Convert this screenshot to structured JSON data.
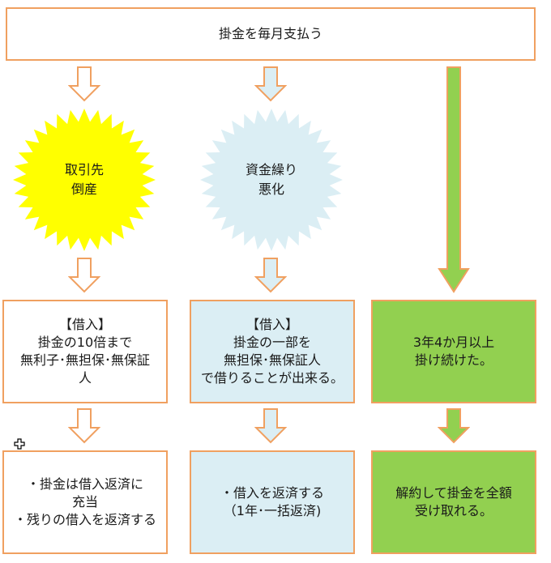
{
  "top": {
    "text": "掛金を毎月支払う"
  },
  "bursts": {
    "left": {
      "text": "取引先\n倒産",
      "fill": "#ffff00"
    },
    "middle": {
      "text": "資金繰り\n悪化",
      "fill": "#dbeef4"
    }
  },
  "row1": {
    "left": {
      "text": "【借入】\n掛金の10倍まで\n無利子･無担保･無保証\n人"
    },
    "middle": {
      "text": "【借入】\n掛金の一部を\n無担保･無保証人\nで借りることが出来る。"
    },
    "right": {
      "text": "3年4か月以上\n掛け続けた。"
    }
  },
  "row2": {
    "left": {
      "text": "・掛金は借入返済に\n充当\n・残りの借入を返済する"
    },
    "middle": {
      "text": "・借入を返済する\n（1年･一括返済)"
    },
    "right": {
      "text": "解約して掛金を全額\n受け取れる。"
    }
  },
  "colors": {
    "border": "#f0a060",
    "blue": "#dbeef4",
    "green": "#92d050",
    "yellow": "#ffff00"
  }
}
